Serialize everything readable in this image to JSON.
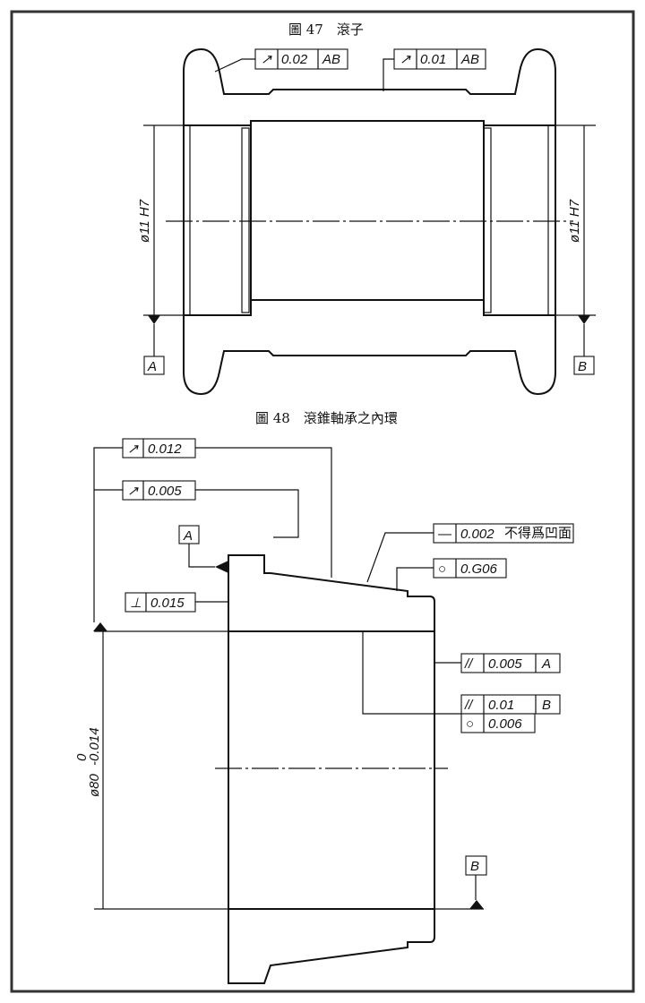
{
  "figure47": {
    "caption": "圖 47　滾子",
    "frame1": {
      "symbol": "↗",
      "value": "0.02",
      "datum": "AB"
    },
    "frame2": {
      "symbol": "↗",
      "value": "0.01",
      "datum": "AB"
    },
    "dim_left": "ø11 H7",
    "dim_right": "ø11 H7",
    "datum_a": "A",
    "datum_b": "B"
  },
  "figure48": {
    "caption": "圖 48　滾錐軸承之內環",
    "frame_runout1": {
      "symbol": "↗",
      "value": "0.012"
    },
    "frame_runout2": {
      "symbol": "↗",
      "value": "0.005"
    },
    "datum_a": "A",
    "frame_perp": {
      "symbol": "⊥",
      "value": "0.015"
    },
    "frame_straight": {
      "symbol": "—",
      "value": "0.002",
      "note": "不得爲凹面"
    },
    "frame_round1": {
      "symbol": "○",
      "value": "0.G06"
    },
    "frame_parallel1": {
      "symbol": "//",
      "value": "0.005",
      "datum": "A"
    },
    "frame_parallel2": {
      "symbol": "//",
      "value": "0.01",
      "datum": "B"
    },
    "frame_round2": {
      "symbol": "○",
      "value": "0.006"
    },
    "dim_diameter": "ø80",
    "dim_upper": "0",
    "dim_lower": "-0.014",
    "datum_b": "B"
  }
}
